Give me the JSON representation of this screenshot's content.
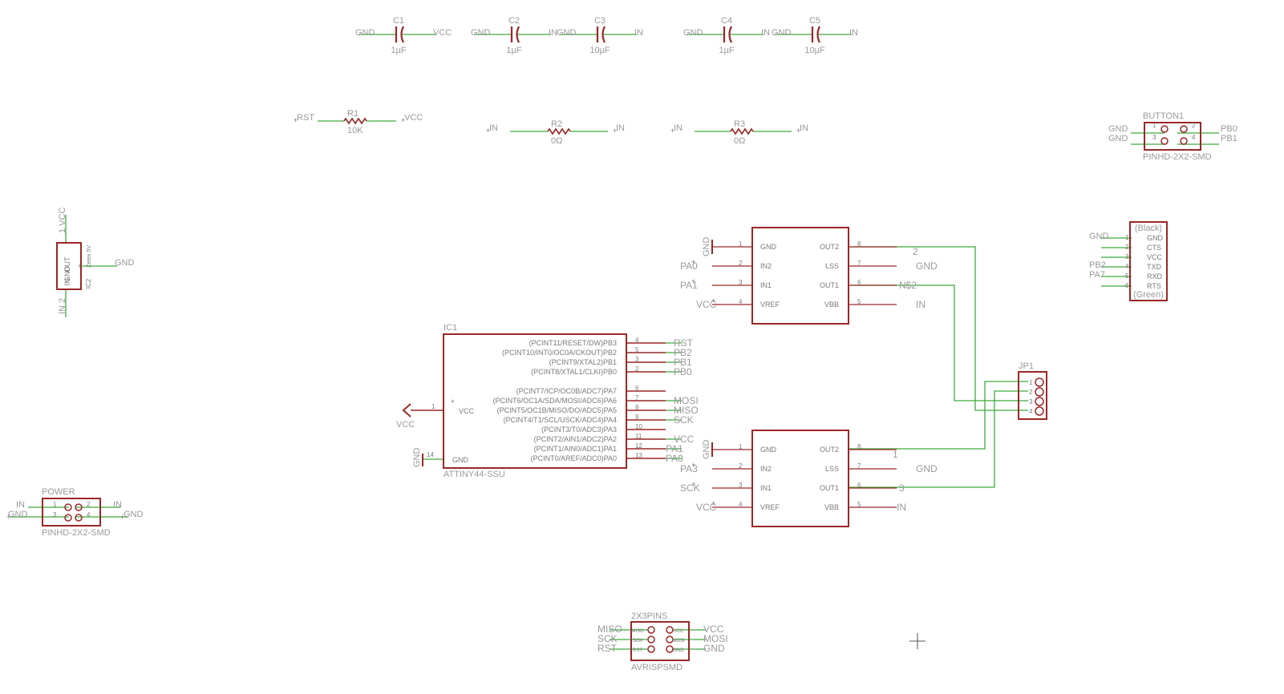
{
  "colors": {
    "wire": "#3faa3f",
    "body": "#9b2727",
    "text": "#9a9a9a",
    "background": "#ffffff"
  },
  "capacitors": [
    {
      "name": "C1",
      "value": "1µF",
      "left": "GND",
      "right": "VCC"
    },
    {
      "name": "C2",
      "value": "1µF",
      "left": "GND",
      "right": "IN"
    },
    {
      "name": "C3",
      "value": "10µF",
      "left": "GND",
      "right": "IN"
    },
    {
      "name": "C4",
      "value": "1µF",
      "left": "GND",
      "right": "IN"
    },
    {
      "name": "C5",
      "value": "10µF",
      "left": "GND",
      "right": "IN"
    }
  ],
  "resistors": [
    {
      "name": "R1",
      "value": "10K",
      "left": "RST",
      "right": "VCC"
    },
    {
      "name": "R2",
      "value": "0Ω",
      "left": "IN",
      "right": "IN"
    },
    {
      "name": "R3",
      "value": "0Ω",
      "left": "IN",
      "right": "IN"
    }
  ],
  "button": {
    "name": "BUTTON1",
    "package": "PINHD-2X2-SMD",
    "pins": [
      "1",
      "2",
      "3",
      "4"
    ],
    "left": [
      "GND",
      "GND"
    ],
    "right": [
      "PB0",
      "PB1"
    ]
  },
  "regulator": {
    "name": "IC2",
    "part": "Zetex 5V",
    "pins": [
      "OUT",
      "GND",
      "IN"
    ],
    "top": "VCC",
    "top_num": "1",
    "gnd": "GND",
    "bottom": "IN",
    "bottom_num": "2"
  },
  "ftdi": {
    "top": "(Black)",
    "bottom": "(Green)",
    "pins": [
      "GND",
      "CTS",
      "VCC",
      "TXD",
      "RXD",
      "RTS"
    ],
    "nums": [
      "1",
      "2",
      "3",
      "4",
      "5",
      "6"
    ],
    "nets": [
      "GND",
      "",
      "",
      "PB2",
      "PA7",
      ""
    ]
  },
  "mcu": {
    "name": "IC1",
    "part": "ATTINY44-SSU",
    "vcc_pin": "VCC",
    "vcc_num": "1",
    "vcc_net": "VCC",
    "gnd_pin": "GND",
    "gnd_num": "14",
    "gnd_net": "GND",
    "pins": [
      {
        "label": "(PCINT11/RESET/DW)PB3",
        "num": "4",
        "net": "RST"
      },
      {
        "label": "(PCINT10/INT0/OC0A/CKOUT)PB2",
        "num": "5",
        "net": "PB2"
      },
      {
        "label": "(PCINT9/XTAL2)PB1",
        "num": "3",
        "net": "PB1"
      },
      {
        "label": "(PCINT8/XTAL1/CLKI)PB0",
        "num": "2",
        "net": "PB0"
      },
      {
        "label": "(PCINT7/ICP/OC0B/ADC7)PA7",
        "num": "6",
        "net": ""
      },
      {
        "label": "(PCINT6/OC1A/SDA/MOSI/ADC6)PA6",
        "num": "7",
        "net": "MOSI"
      },
      {
        "label": "(PCINT5/OC1B/MISO/DO/ADC5)PA5",
        "num": "8",
        "net": "MISO"
      },
      {
        "label": "(PCINT4/T1/SCL/USCK/ADC4)PA4",
        "num": "9",
        "net": "SCK"
      },
      {
        "label": "(PCINT3/T0/ADC3)PA3",
        "num": "10",
        "net": ""
      },
      {
        "label": "(PCINT2/AIN1/ADC2)PA2",
        "num": "11",
        "net": "VCC"
      },
      {
        "label": "(PCINT1/AIN0/ADC1)PA1",
        "num": "12",
        "net": "PA1"
      },
      {
        "label": "(PCINT0/AREF/ADC0)PA0",
        "num": "13",
        "net": "PA0"
      }
    ]
  },
  "drivers": [
    {
      "left_pins": [
        "GND",
        "IN2",
        "IN1",
        "VREF"
      ],
      "left_nums": [
        "1",
        "2",
        "3",
        "4"
      ],
      "right_pins": [
        "OUT2",
        "LSS",
        "OUT1",
        "VBB"
      ],
      "right_nums": [
        "8",
        "7",
        "6",
        "5"
      ],
      "left_nets": [
        "GND",
        "PA0",
        "PA1",
        "VCC"
      ],
      "right_nets": [
        "2",
        "GND",
        "N$2",
        "IN"
      ]
    },
    {
      "left_pins": [
        "GND",
        "IN2",
        "IN1",
        "VREF"
      ],
      "left_nums": [
        "1",
        "2",
        "3",
        "4"
      ],
      "right_pins": [
        "OUT2",
        "LSS",
        "OUT1",
        "VBB"
      ],
      "right_nums": [
        "8",
        "7",
        "6",
        "5"
      ],
      "left_nets": [
        "GND",
        "PA3",
        "SCK",
        "VCC"
      ],
      "right_nets": [
        "1",
        "GND",
        "3",
        "IN"
      ]
    }
  ],
  "jp1": {
    "name": "JP1",
    "pins": [
      "1",
      "2",
      "3",
      "4"
    ]
  },
  "power": {
    "name": "POWER",
    "package": "PINHD-2X2-SMD",
    "pins": [
      "1",
      "2",
      "3",
      "4"
    ],
    "left": [
      "IN",
      "GND"
    ],
    "right": [
      "IN",
      "GND"
    ]
  },
  "isp": {
    "name": "2X3PINS",
    "package": "AVRISPSMD",
    "left": [
      "MISO",
      "SCK",
      "RST"
    ],
    "right": [
      "VCC",
      "MOSI",
      "GND"
    ],
    "left_pads": [
      "MISO",
      "SCK",
      "RST"
    ],
    "right_pads": [
      "VCC",
      "MOSI",
      "GND"
    ]
  }
}
